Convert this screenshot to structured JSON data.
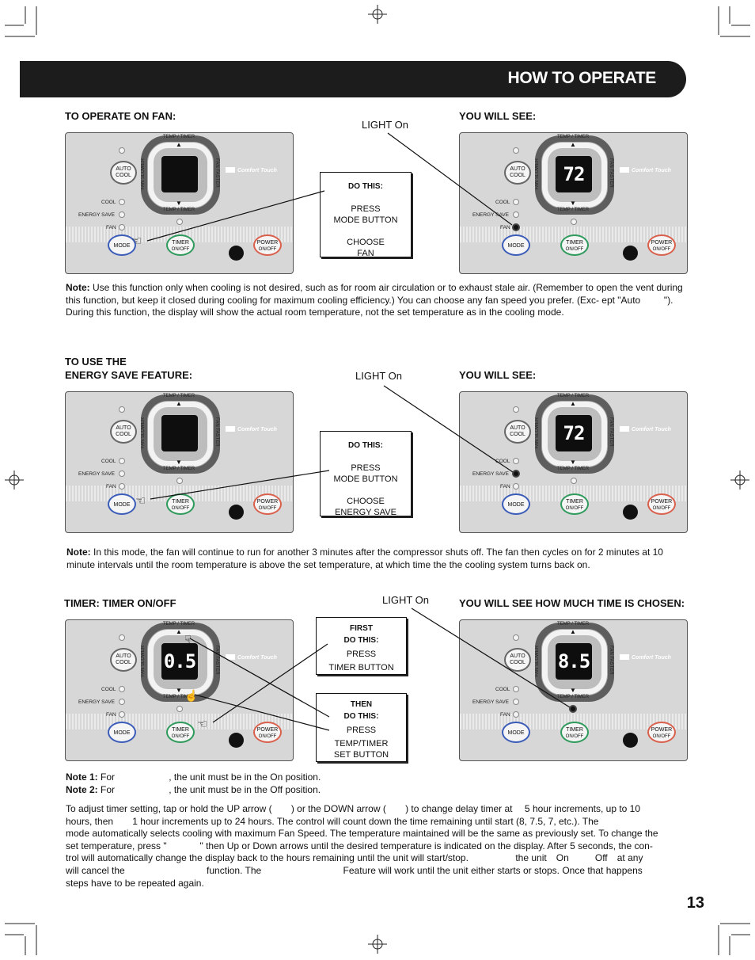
{
  "header": {
    "title": "HOW TO OPERATE"
  },
  "page_number": "13",
  "light_on": "LIGHT On",
  "you_will_see": "YOU WILL SEE:",
  "you_will_see_time": "YOU WILL SEE HOW MUCH TIME IS CHOSEN:",
  "panel": {
    "temp_timer": "TEMP / TIMER",
    "fan_slower": "FAN SLOWER",
    "fan_faster": "FAN FASTER",
    "brand": "Comfort Touch",
    "auto": "AUTO",
    "cool": "COOL",
    "cool_led": "COOL",
    "energy_save": "ENERGY SAVE",
    "fan": "FAN",
    "mode": "MODE",
    "timer": "TIMER",
    "on_off": "ON/OFF",
    "power": "POWER"
  },
  "section_fan": {
    "heading": "TO OPERATE ON FAN:",
    "display_value": "72",
    "box": {
      "title": "DO THIS:",
      "line1": "PRESS",
      "line2": "MODE BUTTON",
      "line3": "CHOOSE",
      "line4": "FAN"
    },
    "note_label": "Note:",
    "note_text": "Use this function only when cooling is not desired, such as for room air circulation or to exhaust stale air. (Remember to open the vent during this function, but keep it closed during cooling for maximum cooling efficiency.) You can choose any fan speed you prefer. (Exc- ept \"Auto ⠀⠀⠀\").",
    "note_text2": "During this function, the display will show the actual room temperature, not the set temperature as in the cooling mode."
  },
  "section_energy": {
    "heading1": "TO USE THE",
    "heading2": "ENERGY SAVE FEATURE:",
    "display_value": "72",
    "box": {
      "title": "DO THIS:",
      "line1": "PRESS",
      "line2": "MODE BUTTON",
      "line3": "CHOOSE",
      "line4": "ENERGY SAVE"
    },
    "note_label": "Note:",
    "note_text": "In this mode, the fan will continue to run for another 3 minutes after the compressor shuts off. The fan then cycles on for 2 minutes at 10 minute intervals until the room temperature is above the set temperature, at which time the the cooling system turns back on."
  },
  "section_timer": {
    "heading": "TIMER: TIMER ON/OFF",
    "display_left": "0.5",
    "display_right": "8.5",
    "box1": {
      "l1": "FIRST",
      "l2": "DO THIS:",
      "l3": "PRESS",
      "l4": "TIMER BUTTON"
    },
    "box2": {
      "l1": "THEN",
      "l2": "DO THIS:",
      "l3": "PRESS",
      "l4": "TEMP/TIMER",
      "l5": "SET BUTTON"
    },
    "note1_label": "Note 1:",
    "note1_text": "For ⠀⠀⠀⠀⠀⠀⠀ , the unit must be in the On position.",
    "note2_label": "Note 2:",
    "note2_text": "For ⠀⠀⠀⠀⠀⠀⠀ , the unit must be in the Off position.",
    "body": [
      "To adjust timer setting, tap or hold the UP arrow ( ⠀⠀ ) or the DOWN arrow ( ⠀⠀ ) to change delay timer at ⠀ 5 hour increments, up to 10",
      "hours, then ⠀⠀ 1 hour increments up to 24 hours. The control will count down the time remaining until start (8, 7.5, 7, etc.). The",
      "mode automatically selects cooling with maximum Fan Speed. The temperature maintained will be the same as previously set. To change the",
      "set temperature, press \" ⠀⠀⠀⠀ \" then Up or Down arrows until the desired temperature is indicated on the display. After 5 seconds, the con-",
      "trol will automatically change the display back to the hours remaining until the unit will start/stop. ⠀⠀⠀⠀⠀⠀ the unit ⠀On ⠀⠀⠀ Off ⠀at any",
      "will cancel the ⠀⠀⠀⠀⠀⠀⠀⠀⠀⠀⠀ function. The ⠀⠀⠀⠀⠀⠀⠀⠀⠀⠀⠀ Feature will work until the unit either starts or stops. Once that happens",
      "steps have to be repeated again."
    ]
  }
}
